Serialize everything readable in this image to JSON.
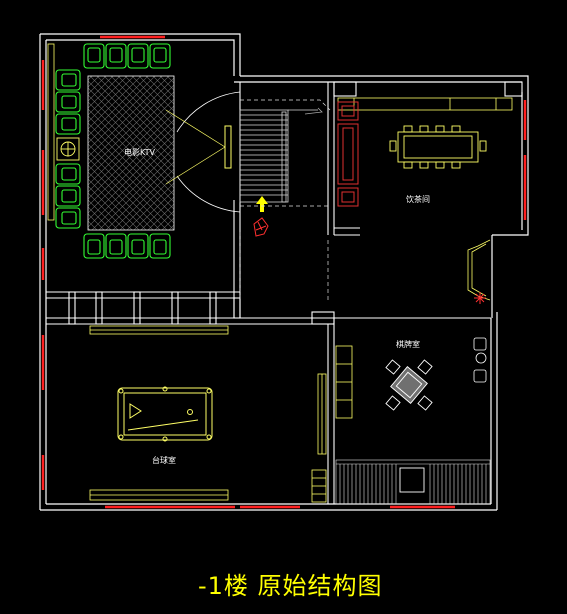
{
  "title": "-1楼  原始结构图",
  "rooms": {
    "ktv": "电影KTV",
    "tea": "饮茶间",
    "chess": "棋牌室",
    "billiards": "台球室"
  },
  "colors": {
    "wall": "#ffffff",
    "window": "#ff2020",
    "sofa": "#33ff33",
    "furniture": "#ffff66",
    "stairs": "#d8d8d8",
    "dashed": "#e0e0e0",
    "title": "#ffff00",
    "red_accent": "#e03030"
  }
}
